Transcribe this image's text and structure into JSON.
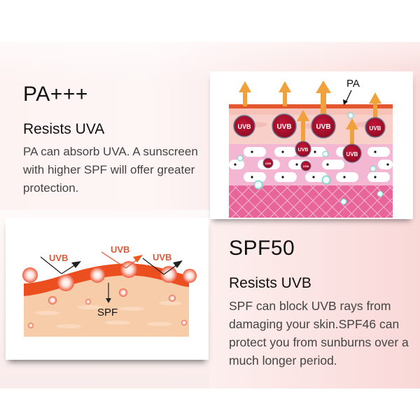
{
  "section_pa": {
    "title": "PA+++",
    "subtitle": "Resists UVA",
    "description": "PA can absorb UVA. A sunscreen with higher SPF will offer greater protection.",
    "diagram": {
      "label_pa": "PA",
      "particle_label": "UVB",
      "colors": {
        "top_layer": "#e4572e",
        "upper_skin": "#f6c7c4",
        "mid_skin": "#f3b6d3",
        "cells": "#ffffff",
        "lower_skin": "#e8659a",
        "uvb_particle": "#b3122e",
        "arrow": "#f0a13b",
        "bubble": "#7fd6cf"
      }
    }
  },
  "section_spf": {
    "title": "SPF50",
    "subtitle": "Resists UVB",
    "description": "SPF can block UVB rays from damaging your skin.SPF46 can protect you from sunburns over a much longer period.",
    "diagram": {
      "ray_labels": [
        "UVB",
        "UVB",
        "UVB"
      ],
      "label_spf": "SPF",
      "colors": {
        "film": "#ec4f1f",
        "skin": "#f7cda9",
        "sphere": "#f26b4f",
        "label": "#e05a38"
      }
    }
  },
  "colors": {
    "background_band_left": "#fdf3f2",
    "background_band_right": "#f9d7d7",
    "heading_text": "#111111",
    "body_text": "#444444"
  }
}
